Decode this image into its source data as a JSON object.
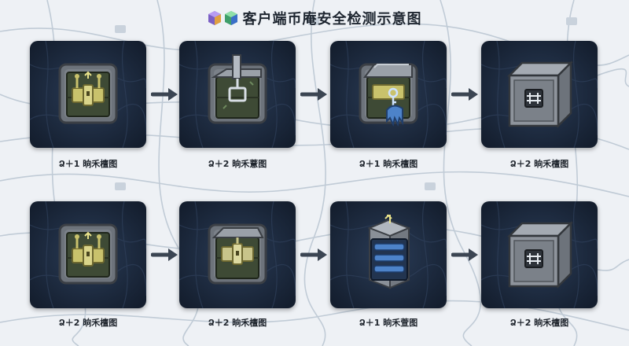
{
  "title": "客户端币庵安全检测示意图",
  "title_icons": [
    "cube-purple-icon",
    "cube-green-icon"
  ],
  "colors": {
    "tile_dark": "#141e2e",
    "tile_glow": "#2a3c57",
    "frame_grey": "#6d737b",
    "chest_green": "#3e4a35",
    "brass": "#c9c26c",
    "blue_lock": "#4d83c9",
    "arrow": "#3b4552"
  },
  "rows": [
    {
      "steps": [
        {
          "caption": "Ձ＋1 晌禾檀图",
          "icon": "brass-lock-chest-icon"
        },
        {
          "caption": "Ձ＋2 晌禾薏图",
          "icon": "open-pipe-chest-icon"
        },
        {
          "caption": "Ձ＋1 晌禾檀图",
          "icon": "blue-key-chest-icon"
        },
        {
          "caption": "Ձ＋2 晌禾檀图",
          "icon": "steel-safe-icon"
        }
      ]
    },
    {
      "steps": [
        {
          "caption": "Ձ＋2 晌禾檀图",
          "icon": "brass-lock-chest-icon"
        },
        {
          "caption": "Ձ＋2 晌禾檀图",
          "icon": "green-chest-icon"
        },
        {
          "caption": "Ձ＋1 晌禾萱图",
          "icon": "blue-banded-crate-icon"
        },
        {
          "caption": "Ձ＋2 晌禾檀图",
          "icon": "steel-safe-icon"
        }
      ]
    }
  ]
}
